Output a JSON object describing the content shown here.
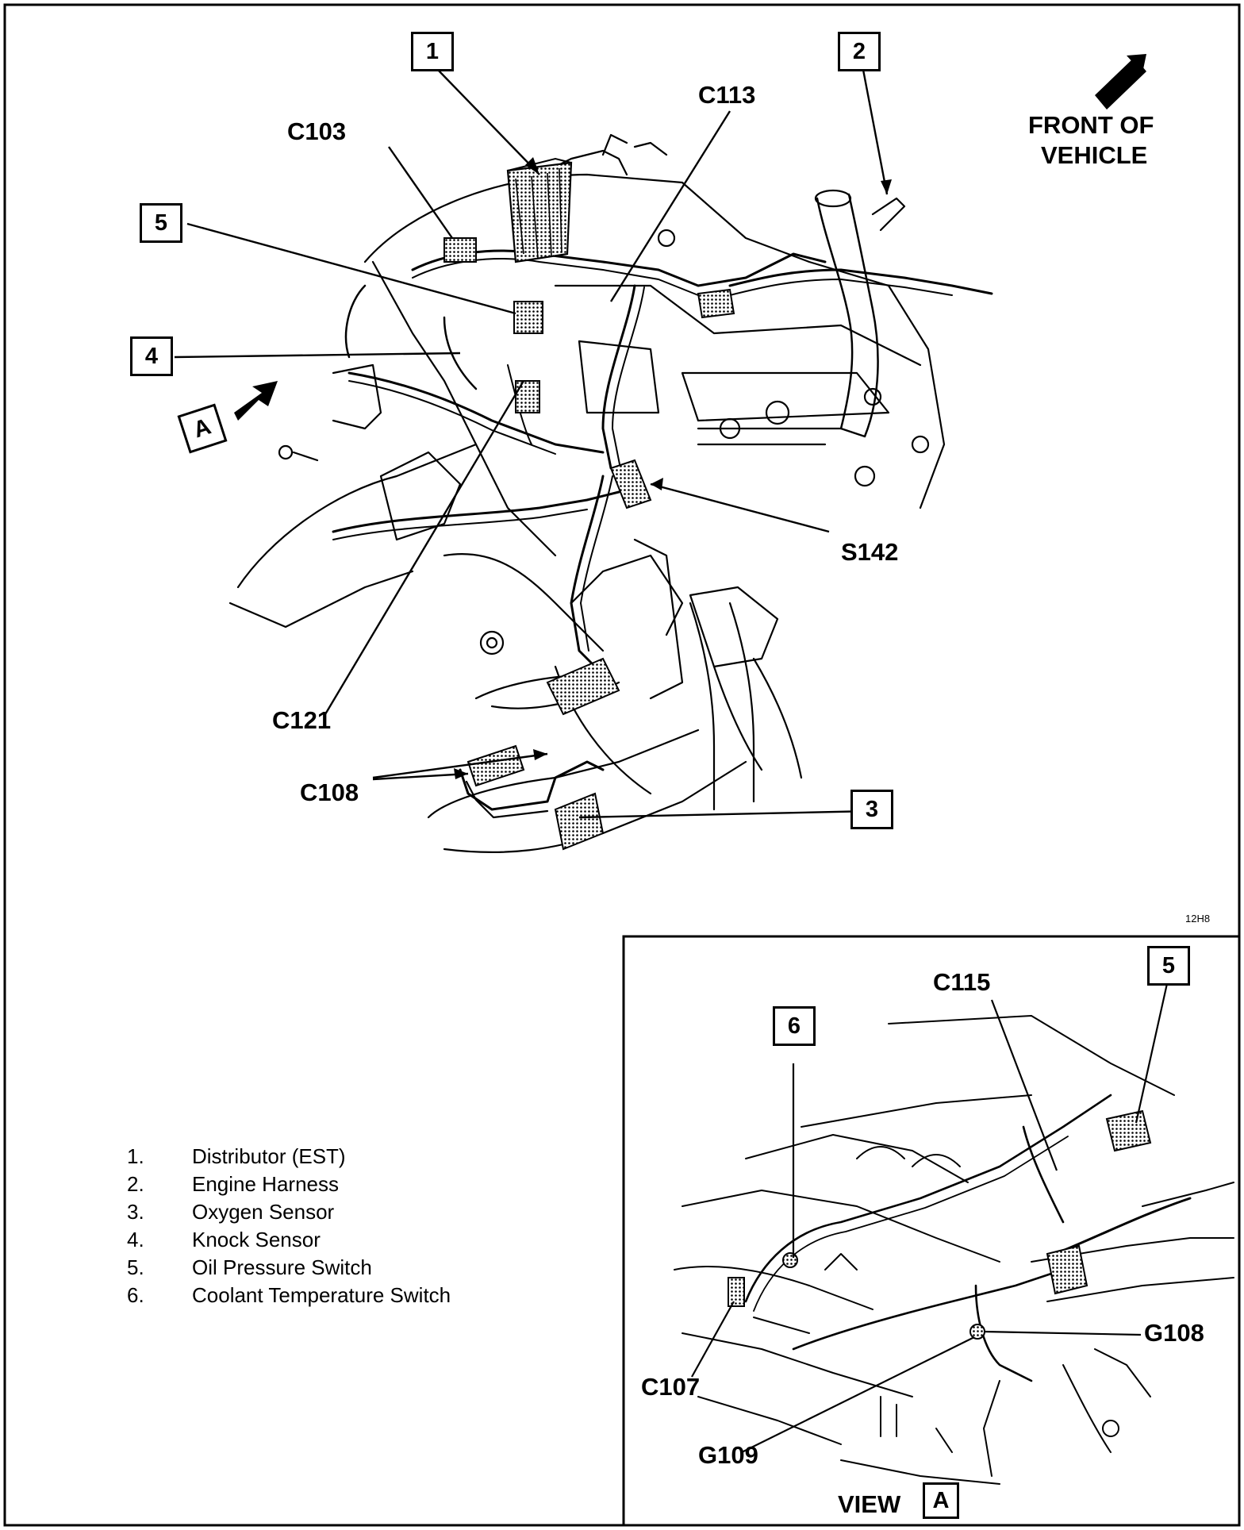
{
  "callouts": {
    "c1": "1",
    "c2": "2",
    "c3": "3",
    "c4": "4",
    "c5": "5",
    "c5b": "5",
    "c6": "6"
  },
  "labels": {
    "c103": "C103",
    "c113": "C113",
    "s142": "S142",
    "c121": "C121",
    "c108": "C108",
    "front_line1": "FRONT OF",
    "front_line2": "VEHICLE",
    "view_marker": "A",
    "c115": "C115",
    "g108": "G108",
    "c107": "C107",
    "g109": "G109",
    "view_text": "VIEW",
    "view_letter": "A",
    "drawing_code": "12H8"
  },
  "legend": [
    {
      "num": "1.",
      "text": "Distributor (EST)"
    },
    {
      "num": "2.",
      "text": "Engine Harness"
    },
    {
      "num": "3.",
      "text": "Oxygen Sensor"
    },
    {
      "num": "4.",
      "text": "Knock Sensor"
    },
    {
      "num": "5.",
      "text": "Oil Pressure Switch"
    },
    {
      "num": "6.",
      "text": "Coolant Temperature Switch"
    }
  ]
}
